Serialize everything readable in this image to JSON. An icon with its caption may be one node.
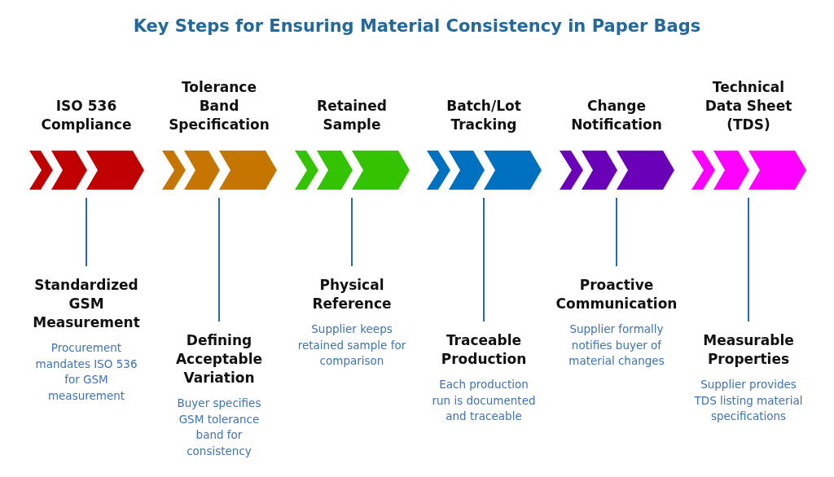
{
  "diagram": {
    "title": "Key Steps for Ensuring Material Consistency in Paper Bags",
    "nodes": [
      {
        "text": [
          "ISO 536 Compliance"
        ]
      },
      {
        "text": [
          "Standardized GSM Measurement",
          "Procurement mandates ISO 536 for GSM measurement"
        ]
      },
      {
        "text": [
          "Tolerance Band Specification"
        ]
      },
      {
        "text": [
          "Defining Acceptable Variation",
          "Buyer specifies GSM tolerance band for consistency"
        ]
      },
      {
        "text": [
          "Retained Sample"
        ]
      },
      {
        "text": [
          "Physical Reference",
          "Supplier keeps retained sample for comparison"
        ]
      },
      {
        "text": [
          "Batch/Lot Tracking"
        ]
      },
      {
        "text": [
          "Traceable Production",
          "Each production run is documented and traceable"
        ]
      },
      {
        "text": [
          "Change Notification"
        ]
      },
      {
        "text": [
          "Proactive Communication",
          "Supplier formally notifies buyer of material changes"
        ]
      },
      {
        "text": [
          "Technical Data Sheet (TDS)"
        ]
      },
      {
        "text": [
          "Measurable Properties",
          "Supplier provides TDS listing material specifications"
        ]
      }
    ],
    "edges": [
      {
        "from": 0,
        "to": 1,
        "arrow": "none"
      },
      {
        "from": 2,
        "to": 3,
        "arrow": "none"
      },
      {
        "from": 4,
        "to": 5,
        "arrow": "none"
      },
      {
        "from": 6,
        "to": 7,
        "arrow": "none"
      },
      {
        "from": 8,
        "to": 9,
        "arrow": "none"
      },
      {
        "from": 10,
        "to": 11,
        "arrow": "none"
      }
    ]
  }
}
